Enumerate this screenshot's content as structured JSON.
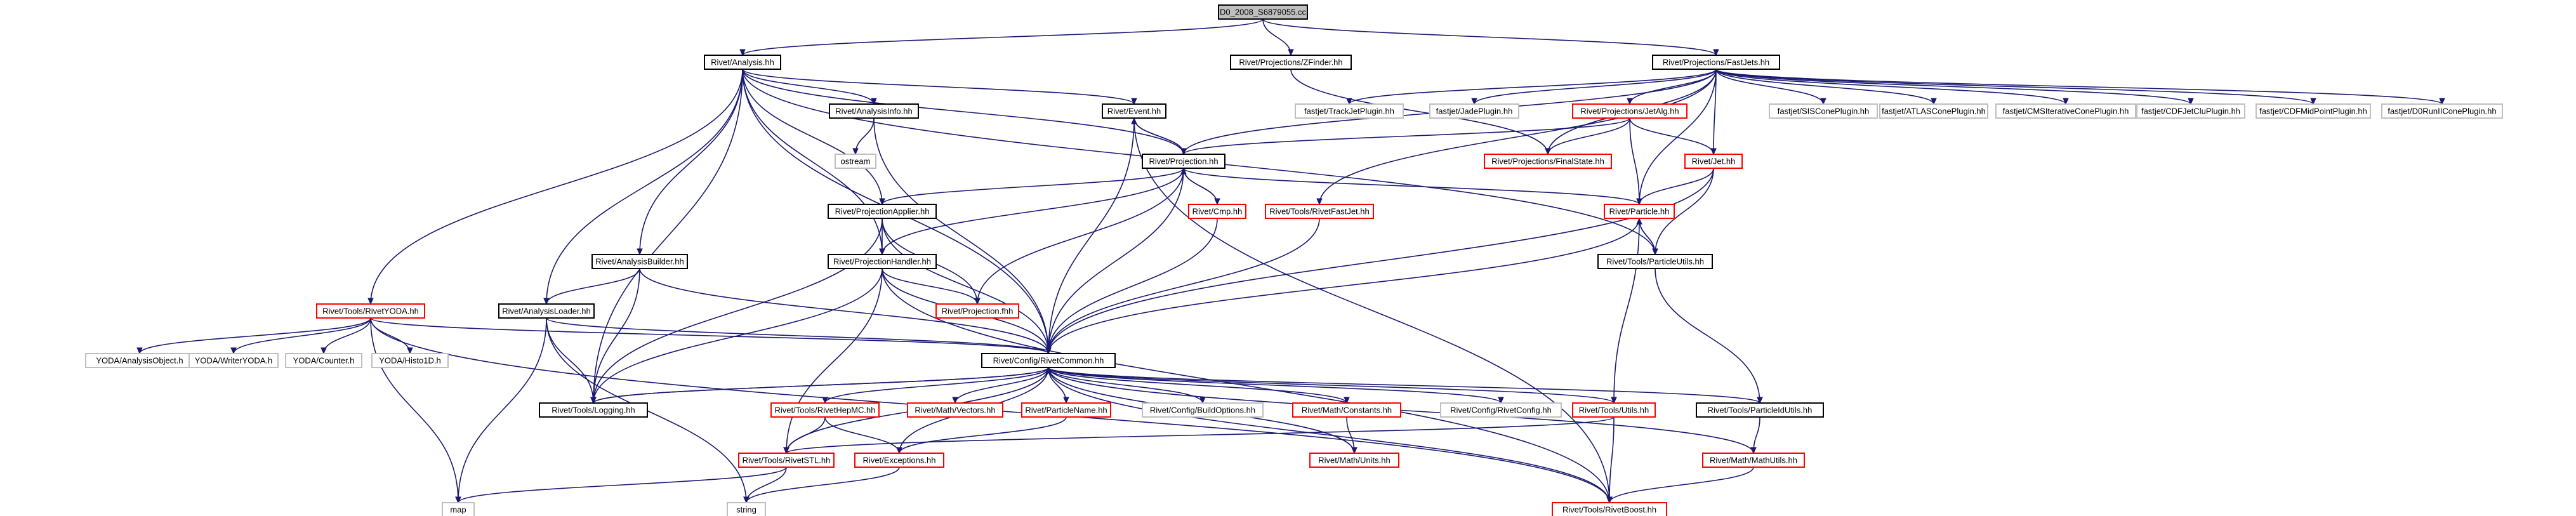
{
  "colors": {
    "edge": "#191970",
    "root_fill": "#bfbfbf",
    "root_border": "#000000",
    "documented_border": "#000000",
    "undocumented_border": "#ff0000",
    "external_border": "#bfbfbf",
    "fill": "#ffffff"
  },
  "nodes": [
    {
      "id": "root",
      "label": "D0_2008_S6879055.cc",
      "kind": "root"
    },
    {
      "id": "analysis",
      "label": "Rivet/Analysis.hh",
      "kind": "documented"
    },
    {
      "id": "zfinder",
      "label": "Rivet/Projections/ZFinder.hh",
      "kind": "documented"
    },
    {
      "id": "fastjets",
      "label": "Rivet/Projections/FastJets.hh",
      "kind": "documented"
    },
    {
      "id": "analysisinfo",
      "label": "Rivet/AnalysisInfo.hh",
      "kind": "documented"
    },
    {
      "id": "event",
      "label": "Rivet/Event.hh",
      "kind": "documented"
    },
    {
      "id": "trackjet",
      "label": "fastjet/TrackJetPlugin.hh",
      "kind": "external"
    },
    {
      "id": "jade",
      "label": "fastjet/JadePlugin.hh",
      "kind": "external"
    },
    {
      "id": "jetalg",
      "label": "Rivet/Projections/JetAlg.hh",
      "kind": "undocumented"
    },
    {
      "id": "siscone",
      "label": "fastjet/SISConePlugin.hh",
      "kind": "external"
    },
    {
      "id": "atlascone",
      "label": "fastjet/ATLASConePlugin.hh",
      "kind": "external"
    },
    {
      "id": "cmsiter",
      "label": "fastjet/CMSIterativeConePlugin.hh",
      "kind": "external"
    },
    {
      "id": "cdfjetclu",
      "label": "fastjet/CDFJetCluPlugin.hh",
      "kind": "external"
    },
    {
      "id": "cdfmid",
      "label": "fastjet/CDFMidPointPlugin.hh",
      "kind": "external"
    },
    {
      "id": "d0run",
      "label": "fastjet/D0RunIIConePlugin.hh",
      "kind": "external"
    },
    {
      "id": "ostream",
      "label": "ostream",
      "kind": "external"
    },
    {
      "id": "projection",
      "label": "Rivet/Projection.hh",
      "kind": "documented"
    },
    {
      "id": "finalstate",
      "label": "Rivet/Projections/FinalState.hh",
      "kind": "undocumented"
    },
    {
      "id": "jet",
      "label": "Rivet/Jet.hh",
      "kind": "undocumented"
    },
    {
      "id": "projapplier",
      "label": "Rivet/ProjectionApplier.hh",
      "kind": "documented"
    },
    {
      "id": "cmp",
      "label": "Rivet/Cmp.hh",
      "kind": "undocumented"
    },
    {
      "id": "rivetfastjet",
      "label": "Rivet/Tools/RivetFastJet.hh",
      "kind": "undocumented"
    },
    {
      "id": "particle",
      "label": "Rivet/Particle.hh",
      "kind": "undocumented"
    },
    {
      "id": "analysisbuilder",
      "label": "Rivet/AnalysisBuilder.hh",
      "kind": "documented"
    },
    {
      "id": "projhandler",
      "label": "Rivet/ProjectionHandler.hh",
      "kind": "documented"
    },
    {
      "id": "particleutils",
      "label": "Rivet/Tools/ParticleUtils.hh",
      "kind": "documented"
    },
    {
      "id": "rivetyoda",
      "label": "Rivet/Tools/RivetYODA.hh",
      "kind": "undocumented"
    },
    {
      "id": "analysisloader",
      "label": "Rivet/AnalysisLoader.hh",
      "kind": "documented"
    },
    {
      "id": "projfhh",
      "label": "Rivet/Projection.fhh",
      "kind": "undocumented"
    },
    {
      "id": "yodaobj",
      "label": "YODA/AnalysisObject.h",
      "kind": "external"
    },
    {
      "id": "yodawrite",
      "label": "YODA/WriterYODA.h",
      "kind": "external"
    },
    {
      "id": "yodacounter",
      "label": "YODA/Counter.h",
      "kind": "external"
    },
    {
      "id": "yodahisto",
      "label": "YODA/Histo1D.h",
      "kind": "external"
    },
    {
      "id": "rivetcommon",
      "label": "Rivet/Config/RivetCommon.hh",
      "kind": "documented"
    },
    {
      "id": "logging",
      "label": "Rivet/Tools/Logging.hh",
      "kind": "documented"
    },
    {
      "id": "hepmc",
      "label": "Rivet/Tools/RivetHepMC.hh",
      "kind": "undocumented"
    },
    {
      "id": "vectors",
      "label": "Rivet/Math/Vectors.hh",
      "kind": "undocumented"
    },
    {
      "id": "particlename",
      "label": "Rivet/ParticleName.hh",
      "kind": "undocumented"
    },
    {
      "id": "buildoptions",
      "label": "Rivet/Config/BuildOptions.hh",
      "kind": "external"
    },
    {
      "id": "constants",
      "label": "Rivet/Math/Constants.hh",
      "kind": "undocumented"
    },
    {
      "id": "rivetconfig",
      "label": "Rivet/Config/RivetConfig.hh",
      "kind": "external"
    },
    {
      "id": "utils",
      "label": "Rivet/Tools/Utils.hh",
      "kind": "undocumented"
    },
    {
      "id": "pidutils",
      "label": "Rivet/Tools/ParticleIdUtils.hh",
      "kind": "documented"
    },
    {
      "id": "rivetstl",
      "label": "Rivet/Tools/RivetSTL.hh",
      "kind": "undocumented"
    },
    {
      "id": "exceptions",
      "label": "Rivet/Exceptions.hh",
      "kind": "undocumented"
    },
    {
      "id": "units",
      "label": "Rivet/Math/Units.hh",
      "kind": "undocumented"
    },
    {
      "id": "mathutils",
      "label": "Rivet/Math/MathUtils.hh",
      "kind": "undocumented"
    },
    {
      "id": "map",
      "label": "map",
      "kind": "external"
    },
    {
      "id": "string",
      "label": "string",
      "kind": "external"
    },
    {
      "id": "boost",
      "label": "Rivet/Tools/RivetBoost.hh",
      "kind": "undocumented"
    }
  ],
  "edges": [
    [
      "root",
      "analysis"
    ],
    [
      "root",
      "zfinder"
    ],
    [
      "root",
      "fastjets"
    ],
    [
      "analysis",
      "analysisinfo"
    ],
    [
      "analysis",
      "event"
    ],
    [
      "analysis",
      "projection"
    ],
    [
      "analysis",
      "projapplier"
    ],
    [
      "analysis",
      "projhandler"
    ],
    [
      "analysis",
      "analysisbuilder"
    ],
    [
      "analysis",
      "analysisloader"
    ],
    [
      "analysis",
      "rivetyoda"
    ],
    [
      "analysis",
      "rivetcommon"
    ],
    [
      "analysis",
      "logging"
    ],
    [
      "analysis",
      "particleutils"
    ],
    [
      "zfinder",
      "finalstate"
    ],
    [
      "fastjets",
      "trackjet"
    ],
    [
      "fastjets",
      "jade"
    ],
    [
      "fastjets",
      "jetalg"
    ],
    [
      "fastjets",
      "siscone"
    ],
    [
      "fastjets",
      "atlascone"
    ],
    [
      "fastjets",
      "cmsiter"
    ],
    [
      "fastjets",
      "cdfjetclu"
    ],
    [
      "fastjets",
      "cdfmid"
    ],
    [
      "fastjets",
      "d0run"
    ],
    [
      "fastjets",
      "projection"
    ],
    [
      "fastjets",
      "finalstate"
    ],
    [
      "fastjets",
      "jet"
    ],
    [
      "fastjets",
      "particle"
    ],
    [
      "fastjets",
      "rivetfastjet"
    ],
    [
      "analysisinfo",
      "ostream"
    ],
    [
      "analysisinfo",
      "rivetcommon"
    ],
    [
      "event",
      "projection"
    ],
    [
      "event",
      "rivetcommon"
    ],
    [
      "event",
      "boost"
    ],
    [
      "jetalg",
      "projection"
    ],
    [
      "jetalg",
      "finalstate"
    ],
    [
      "jetalg",
      "jet"
    ],
    [
      "jetalg",
      "particle"
    ],
    [
      "projection",
      "event"
    ],
    [
      "projection",
      "projapplier"
    ],
    [
      "projection",
      "projhandler"
    ],
    [
      "projection",
      "cmp"
    ],
    [
      "projection",
      "projfhh"
    ],
    [
      "projection",
      "rivetcommon"
    ],
    [
      "projection",
      "particle"
    ],
    [
      "jet",
      "particle"
    ],
    [
      "jet",
      "particleutils"
    ],
    [
      "jet",
      "rivetcommon"
    ],
    [
      "projapplier",
      "projhandler"
    ],
    [
      "projapplier",
      "projfhh"
    ],
    [
      "projapplier",
      "rivetcommon"
    ],
    [
      "projapplier",
      "logging"
    ],
    [
      "cmp",
      "projection"
    ],
    [
      "cmp",
      "rivetcommon"
    ],
    [
      "rivetfastjet",
      "rivetcommon"
    ],
    [
      "particle",
      "particleutils"
    ],
    [
      "particle",
      "rivetcommon"
    ],
    [
      "particle",
      "utils"
    ],
    [
      "particleutils",
      "particle"
    ],
    [
      "particleutils",
      "pidutils"
    ],
    [
      "analysisbuilder",
      "analysisloader"
    ],
    [
      "analysisbuilder",
      "rivetcommon"
    ],
    [
      "analysisbuilder",
      "logging"
    ],
    [
      "projhandler",
      "projfhh"
    ],
    [
      "projhandler",
      "rivetcommon"
    ],
    [
      "projhandler",
      "logging"
    ],
    [
      "projhandler",
      "rivetstl"
    ],
    [
      "projhandler",
      "boost"
    ],
    [
      "rivetyoda",
      "yodaobj"
    ],
    [
      "rivetyoda",
      "yodawrite"
    ],
    [
      "rivetyoda",
      "yodacounter"
    ],
    [
      "rivetyoda",
      "yodahisto"
    ],
    [
      "rivetyoda",
      "rivetcommon"
    ],
    [
      "rivetyoda",
      "map"
    ],
    [
      "rivetyoda",
      "boost"
    ],
    [
      "analysisloader",
      "rivetcommon"
    ],
    [
      "analysisloader",
      "logging"
    ],
    [
      "analysisloader",
      "map"
    ],
    [
      "analysisloader",
      "string"
    ],
    [
      "rivetcommon",
      "logging"
    ],
    [
      "rivetcommon",
      "hepmc"
    ],
    [
      "rivetcommon",
      "vectors"
    ],
    [
      "rivetcommon",
      "particlename"
    ],
    [
      "rivetcommon",
      "buildoptions"
    ],
    [
      "rivetcommon",
      "constants"
    ],
    [
      "rivetcommon",
      "rivetconfig"
    ],
    [
      "rivetcommon",
      "utils"
    ],
    [
      "rivetcommon",
      "pidutils"
    ],
    [
      "rivetcommon",
      "rivetstl"
    ],
    [
      "rivetcommon",
      "exceptions"
    ],
    [
      "rivetcommon",
      "units"
    ],
    [
      "rivetcommon",
      "mathutils"
    ],
    [
      "rivetcommon",
      "boost"
    ],
    [
      "logging",
      "rivetcommon"
    ],
    [
      "hepmc",
      "rivetstl"
    ],
    [
      "hepmc",
      "exceptions"
    ],
    [
      "particlename",
      "exceptions"
    ],
    [
      "constants",
      "units"
    ],
    [
      "utils",
      "rivetstl"
    ],
    [
      "utils",
      "boost"
    ],
    [
      "pidutils",
      "mathutils"
    ],
    [
      "mathutils",
      "boost"
    ],
    [
      "rivetstl",
      "map"
    ],
    [
      "rivetstl",
      "string"
    ],
    [
      "exceptions",
      "string"
    ]
  ]
}
